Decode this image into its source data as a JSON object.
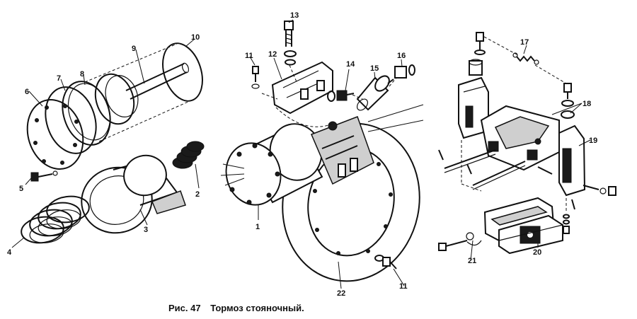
{
  "caption": {
    "figure": "Рис. 47",
    "title": "Тормоз стояночный."
  },
  "labels": {
    "p1": "1",
    "p2": "2",
    "p3": "3",
    "p4": "4",
    "p5": "5",
    "p6": "6",
    "p7": "7",
    "p8": "8",
    "p9": "9",
    "p10": "10",
    "p11a": "11",
    "p11b": "11",
    "p12": "12",
    "p13": "13",
    "p14": "14",
    "p15": "15",
    "p16": "16",
    "p17": "17",
    "p18": "18",
    "p19": "19",
    "p20": "20",
    "p21": "21",
    "p22": "22"
  }
}
